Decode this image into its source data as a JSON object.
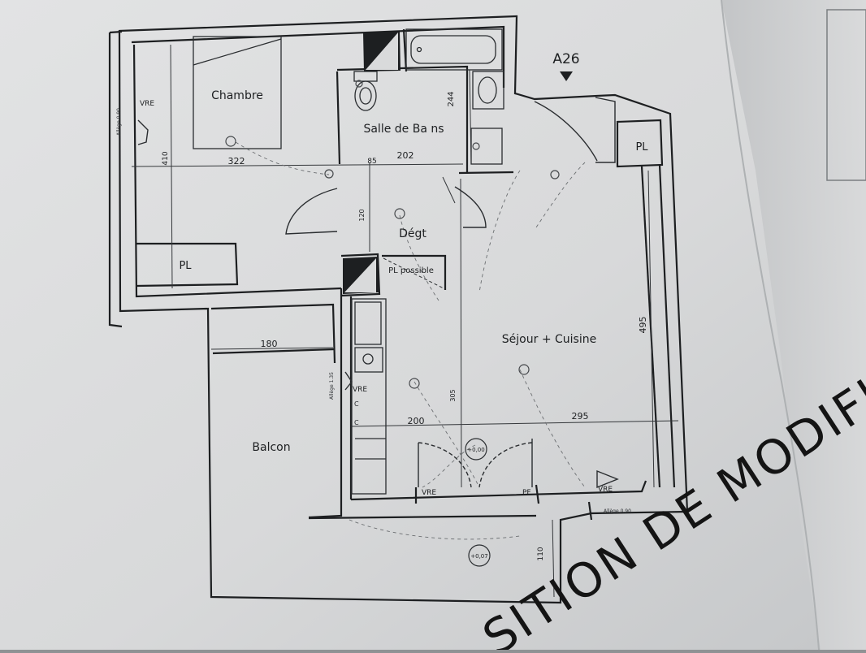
{
  "plan": {
    "unit_id": "A26",
    "rooms": {
      "chambre": "Chambre",
      "salle_de_bains": "Salle de Ba ns",
      "degt": "Dégt",
      "sejour_cuisine": "Séjour + Cuisine",
      "balcon": "Balcon",
      "pl_left": "PL",
      "pl_right": "PL",
      "pl_possible": "PL possible"
    },
    "dimensions": {
      "d322": "322",
      "d410": "410",
      "d85": "85",
      "d202": "202",
      "d244": "244",
      "d120": "120",
      "d180": "180",
      "d495": "495",
      "d200": "200",
      "d295": "295",
      "d305": "305",
      "d110": "110"
    },
    "levels": {
      "interior": "+0,00",
      "balcony": "+0,07"
    },
    "window_labels": {
      "vre_bedroom": "VRE",
      "vre_kitchen": "VRE",
      "vre_living_left": "VRE",
      "vre_living_right": "VRE",
      "pf": "PF"
    },
    "small_notes": {
      "allege_bedroom": "Allège 0.90",
      "allege_kitchen": "Allège 1.35",
      "allege_living": "Allège 0.90",
      "c1": "C",
      "c2": "C"
    }
  },
  "stamp": {
    "text": "SITION DE MODIFI"
  },
  "colors": {
    "paper": "#d9dadb",
    "paper_shade": "#c4c6c8",
    "background": "#8f9294",
    "ink": "#1d1f21",
    "stamp_ink": "#141414"
  }
}
